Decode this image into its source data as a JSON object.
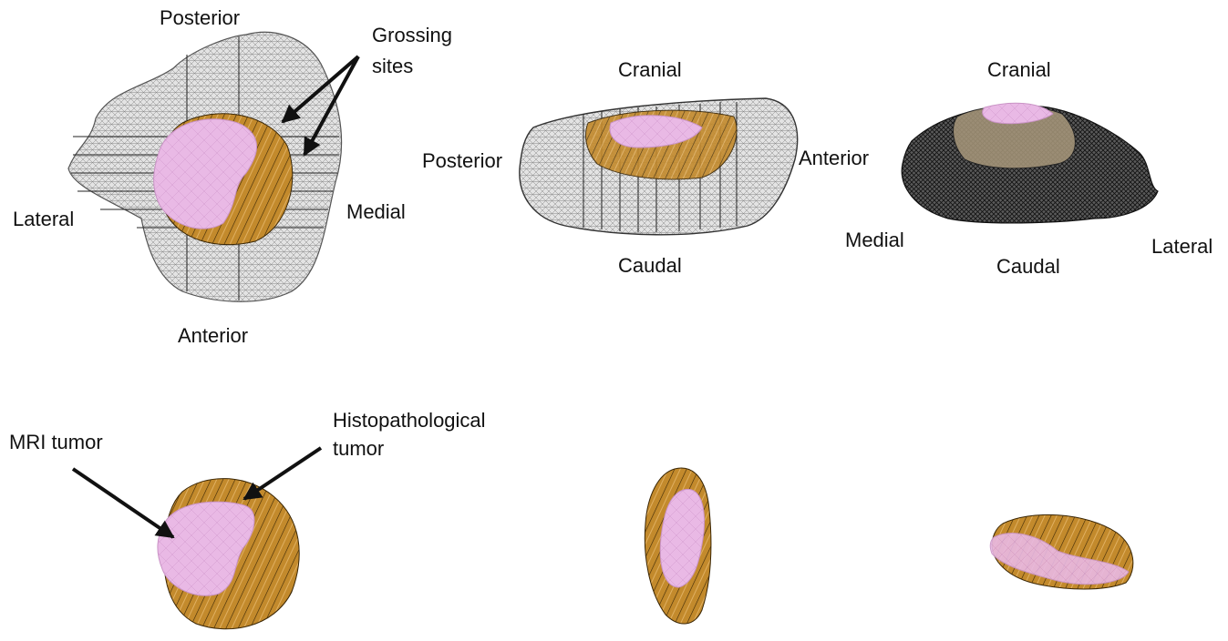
{
  "views": {
    "axial": {
      "top": "Posterior",
      "bottom": "Anterior",
      "left": "Lateral",
      "right": "Medial",
      "callout_line1": "Grossing",
      "callout_line2": "sites"
    },
    "sagittal": {
      "top": "Cranial",
      "bottom": "Caudal",
      "left": "Posterior",
      "right": "Anterior"
    },
    "coronal": {
      "top": "Cranial",
      "bottom": "Caudal",
      "left": "Medial",
      "right": "Lateral"
    }
  },
  "tumor_callouts": {
    "mri": "MRI tumor",
    "histo_line1": "Histopathological",
    "histo_line2": "tumor"
  },
  "colors": {
    "prostate_mesh": "#cfcfcf",
    "prostate_mesh_dark": "#2b2b2b",
    "mri_tumor": "#e8b7e4",
    "histo_tumor": "#c38a2c",
    "arrow": "#111111",
    "text": "#111111"
  }
}
